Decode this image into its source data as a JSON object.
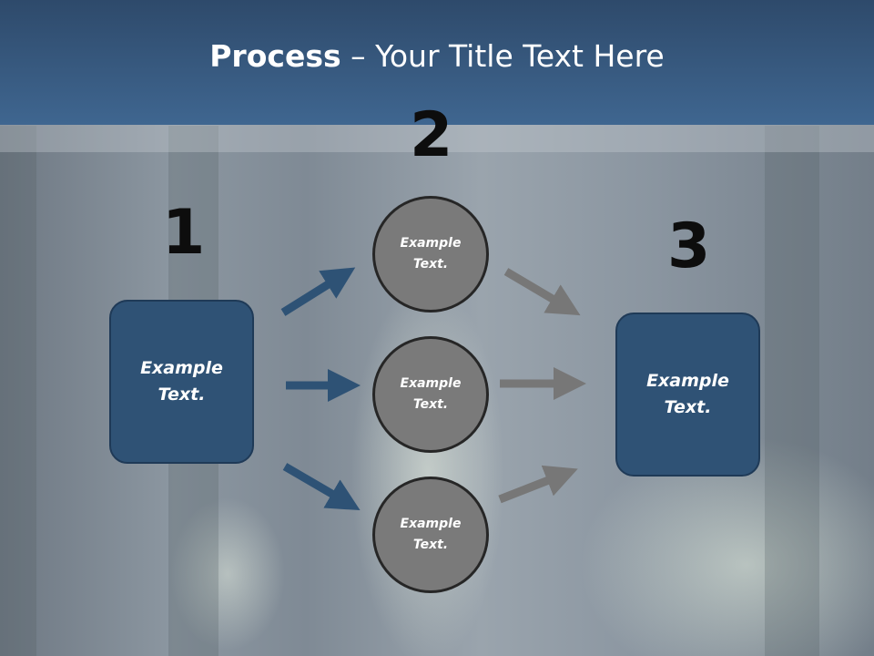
{
  "title": {
    "bold": "Process",
    "rest": " – Your Title Text Here"
  },
  "steps": [
    {
      "number": "1"
    },
    {
      "number": "2"
    },
    {
      "number": "3"
    }
  ],
  "left_box": {
    "line1": "Example",
    "line2": "Text."
  },
  "circles": [
    {
      "line1": "Example",
      "line2": "Text."
    },
    {
      "line1": "Example",
      "line2": "Text."
    },
    {
      "line1": "Example",
      "line2": "Text."
    }
  ],
  "right_box": {
    "line1": "Example",
    "line2": "Text."
  },
  "colors": {
    "header": "#3f6690",
    "box_fill": "#2f5275",
    "circle_fill": "#7a7a7a",
    "arrow_blue": "#2e5275",
    "arrow_gray": "#777777"
  }
}
